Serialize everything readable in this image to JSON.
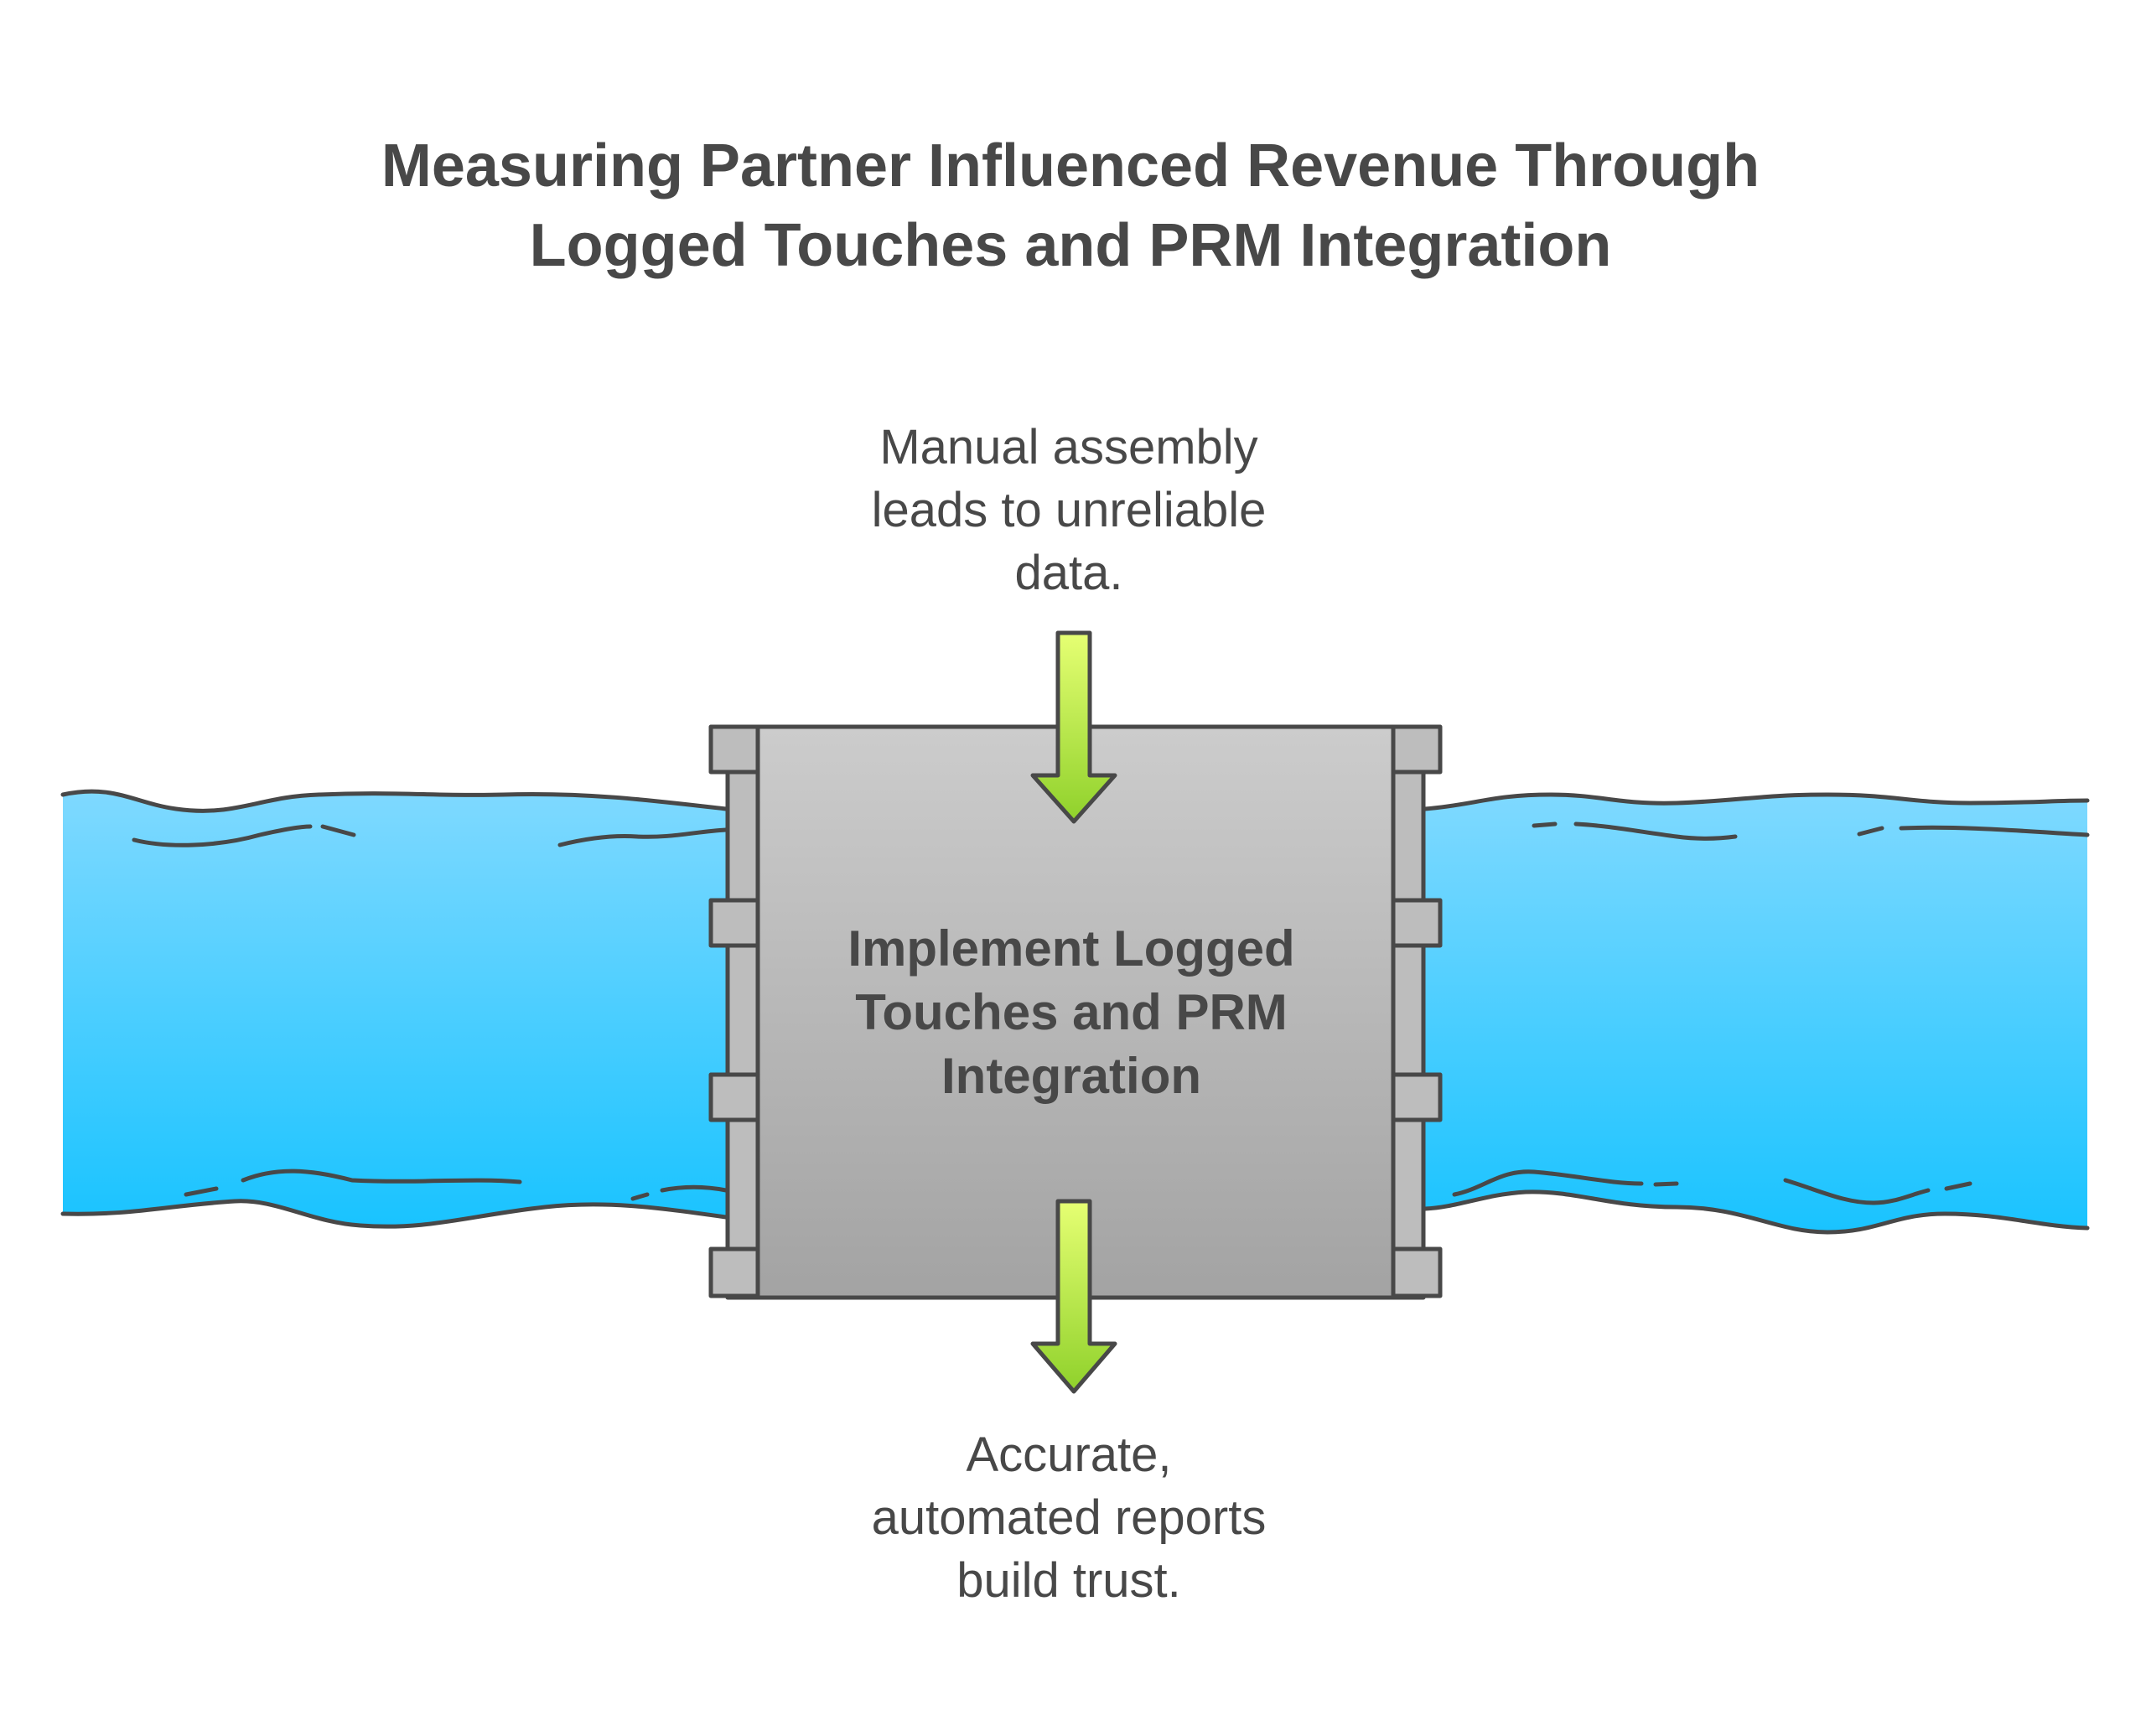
{
  "title": {
    "lines": [
      "Measuring Partner Influenced Revenue Through",
      "Logged Touches and PRM Integration"
    ]
  },
  "dam": {
    "label_lines": [
      "Implement Logged",
      "Touches and PRM",
      "Integration"
    ]
  },
  "input": {
    "lines": [
      "Manual assembly",
      "leads to unreliable",
      "data."
    ]
  },
  "output": {
    "lines": [
      "Accurate,",
      "automated reports",
      "build trust."
    ]
  },
  "colors": {
    "water_top": "#7fd9ff",
    "water_bottom": "#19c3ff",
    "gate_top": "#cccccc",
    "gate_bottom": "#a3a3a3",
    "frame": "#bdbdbd",
    "arrow_top": "#e6ff73",
    "arrow_bottom": "#8fd12b",
    "outline": "#484848",
    "text": "#484848"
  },
  "icons": {
    "input_arrow": "arrow-down-icon",
    "output_arrow": "arrow-down-icon"
  }
}
